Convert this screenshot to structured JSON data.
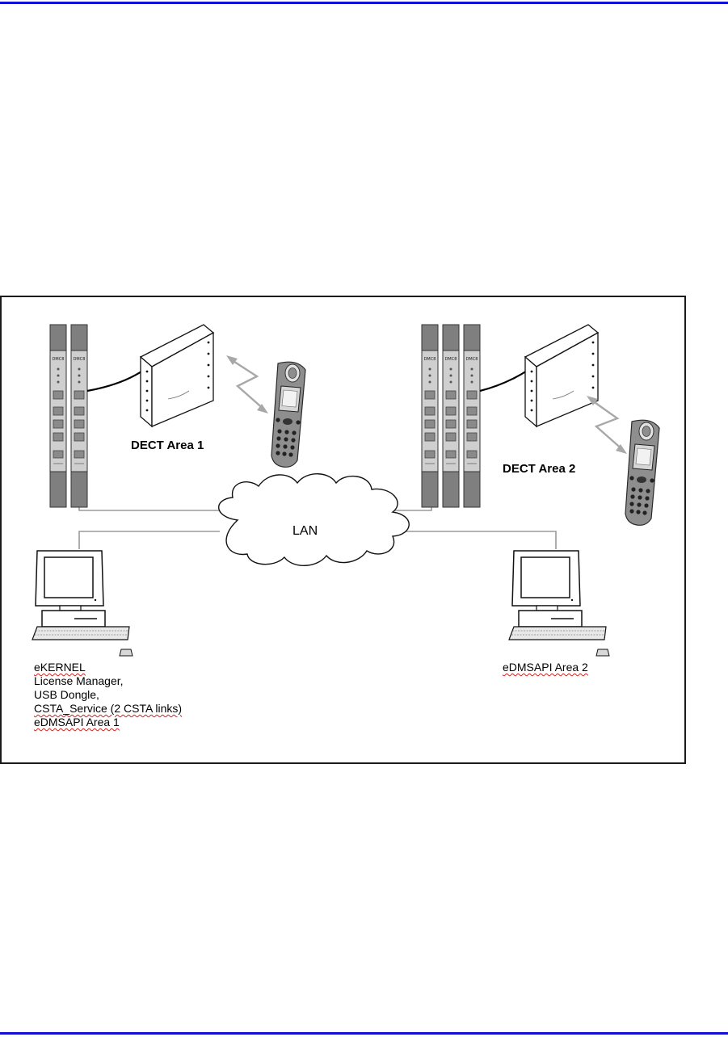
{
  "colors": {
    "rule": "#1010d8",
    "link": "#9a9a9a",
    "device_dark": "#7f7f7f",
    "device_light": "#d0d0d0"
  },
  "labels": {
    "area1": "DECT Area 1",
    "area2": "DECT Area 2",
    "lan": "LAN",
    "pc1_line1": "eKERNEL",
    "pc1_line2": "License Manager,",
    "pc1_line3": "USB Dongle,",
    "pc1_line4": "CSTA_Service (2 CSTA links)",
    "pc1_line5": "eDMSAPI Area 1",
    "pc2_line1": "eDMSAPI Area 2"
  },
  "icons": [
    "dect-board-icon",
    "base-station-icon",
    "radio-link-icon",
    "dect-handset-icon",
    "lan-cloud-icon",
    "desktop-pc-icon"
  ]
}
